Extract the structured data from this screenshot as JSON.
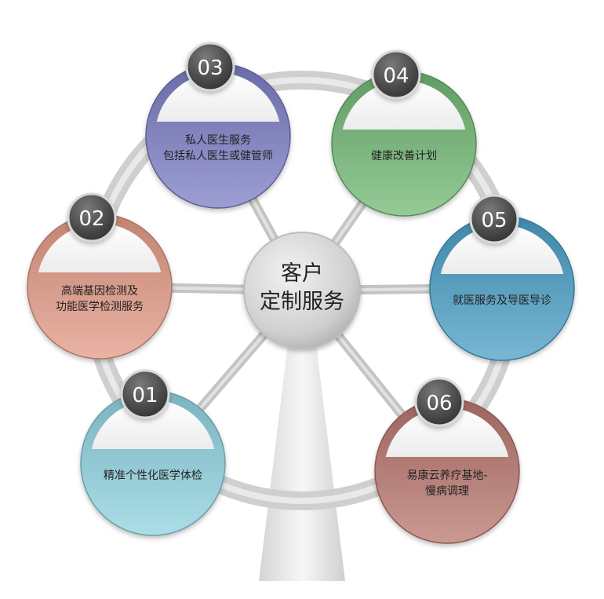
{
  "center": {
    "line1": "客户",
    "line2": "定制服务"
  },
  "nodes": [
    {
      "number": "01",
      "lines": [
        "精准个性化医学体检"
      ],
      "color": "#8fd3df"
    },
    {
      "number": "02",
      "lines": [
        "高端基因检测及",
        "功能医学检测服务"
      ],
      "color": "#e39a86"
    },
    {
      "number": "03",
      "lines": [
        "私人医生服务",
        "包括私人医生或健管师"
      ],
      "color": "#7c7ec4"
    },
    {
      "number": "04",
      "lines": [
        "健康改善计划"
      ],
      "color": "#72b874"
    },
    {
      "number": "05",
      "lines": [
        "就医服务及导医导诊"
      ],
      "color": "#4a9fc6"
    },
    {
      "number": "06",
      "lines": [
        "易康云养疗基地-",
        "慢病调理"
      ],
      "color": "#b9766e"
    }
  ]
}
